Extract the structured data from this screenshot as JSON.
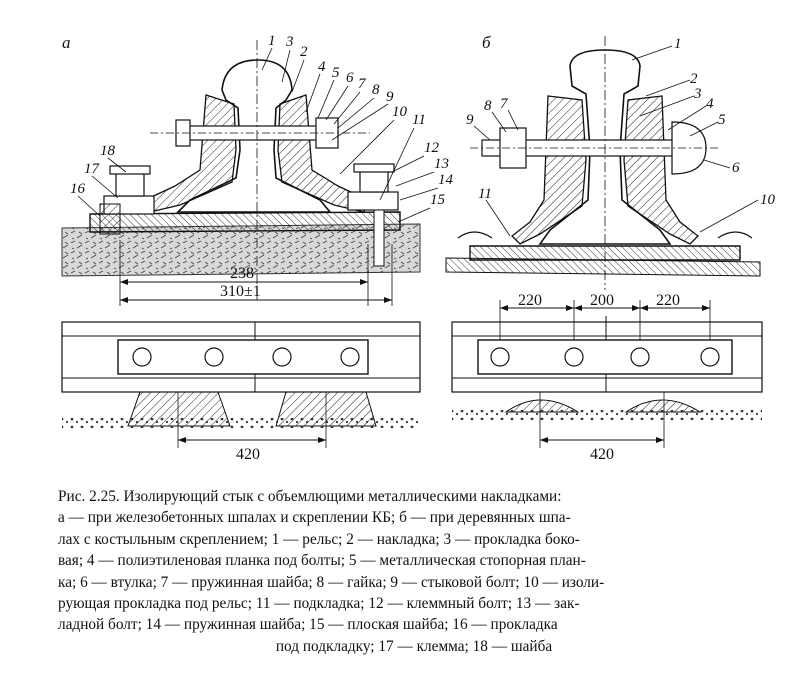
{
  "figure": {
    "panel_a": "а",
    "panel_b": "б",
    "labels_a": [
      "1",
      "3",
      "2",
      "4",
      "5",
      "6",
      "7",
      "8",
      "9",
      "10",
      "11",
      "12",
      "13",
      "14",
      "15",
      "16",
      "17",
      "18"
    ],
    "labels_b": [
      "1",
      "2",
      "3",
      "4",
      "5",
      "6",
      "7",
      "8",
      "9",
      "10",
      "11"
    ],
    "dims_a": [
      "238",
      "310±1",
      "420"
    ],
    "dims_b": [
      "220",
      "200",
      "220",
      "420"
    ]
  },
  "caption": {
    "lines": [
      "Рис. 2.25. Изолирующий стык с объемлющими металлическими накладками:",
      "а — при железобетонных шпалах и скреплении КБ; б — при деревянных шпа-",
      "лах с костыльным скреплением; 1 — рельс; 2 — накладка; 3 — прокладка боко-",
      "вая; 4 — полиэтиленовая планка под болты; 5 — металлическая стопорная план-",
      "ка; 6 — втулка; 7 — пружинная шайба; 8 — гайка; 9 — стыковой болт; 10 — изоли-",
      "рующая прокладка под рельс; 11 — подкладка; 12 — клеммный болт; 13 — зак-",
      "ладной болт; 14 — пружинная шайба; 15 — плоская шайба; 16 — прокладка",
      "под подкладку; 17 — клемма; 18 — шайба"
    ]
  }
}
